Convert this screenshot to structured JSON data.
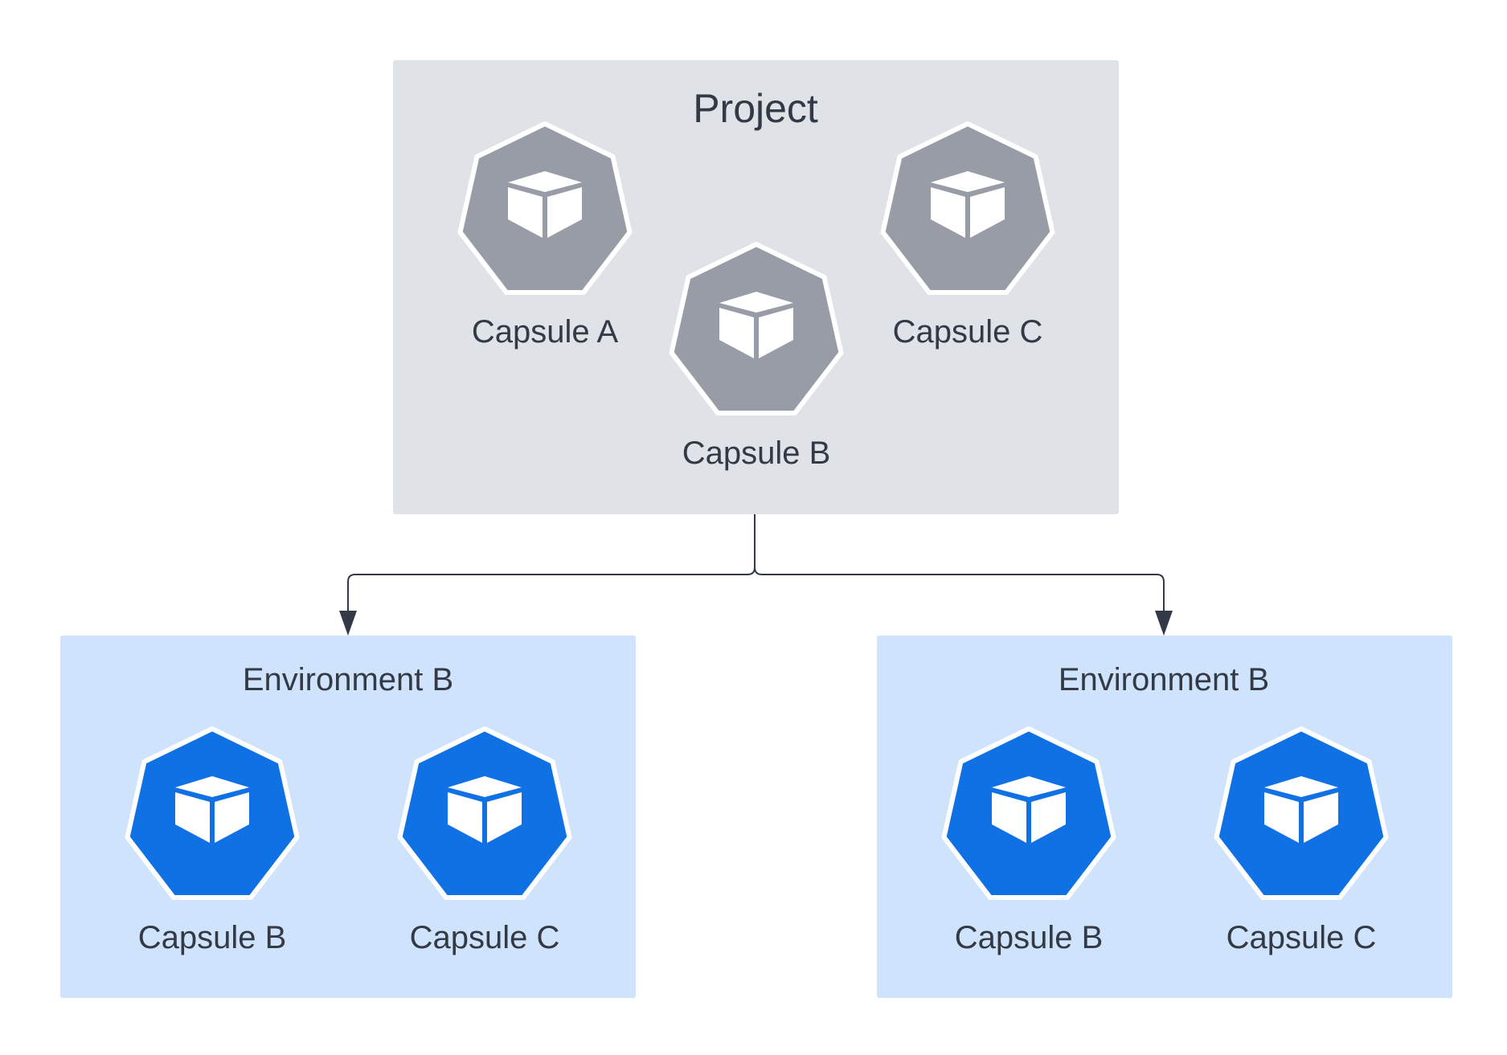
{
  "colors": {
    "background": "#ffffff",
    "project_box": "#dfe3e8",
    "environment_box": "#cfe3fc",
    "capsule_gray": "#979ca6",
    "capsule_blue": "#1071e5",
    "capsule_outline": "#ffffff",
    "text": "#333a45",
    "connector": "#333a45"
  },
  "icons": {
    "capsule": "heptagon-cube-icon",
    "arrow": "arrowhead-icon"
  },
  "project": {
    "title": "Project",
    "capsules": [
      {
        "label": "Capsule A"
      },
      {
        "label": "Capsule B"
      },
      {
        "label": "Capsule C"
      }
    ]
  },
  "environments": [
    {
      "title": "Environment B",
      "capsules": [
        {
          "label": "Capsule B"
        },
        {
          "label": "Capsule C"
        }
      ]
    },
    {
      "title": "Environment B",
      "capsules": [
        {
          "label": "Capsule B"
        },
        {
          "label": "Capsule C"
        }
      ]
    }
  ]
}
